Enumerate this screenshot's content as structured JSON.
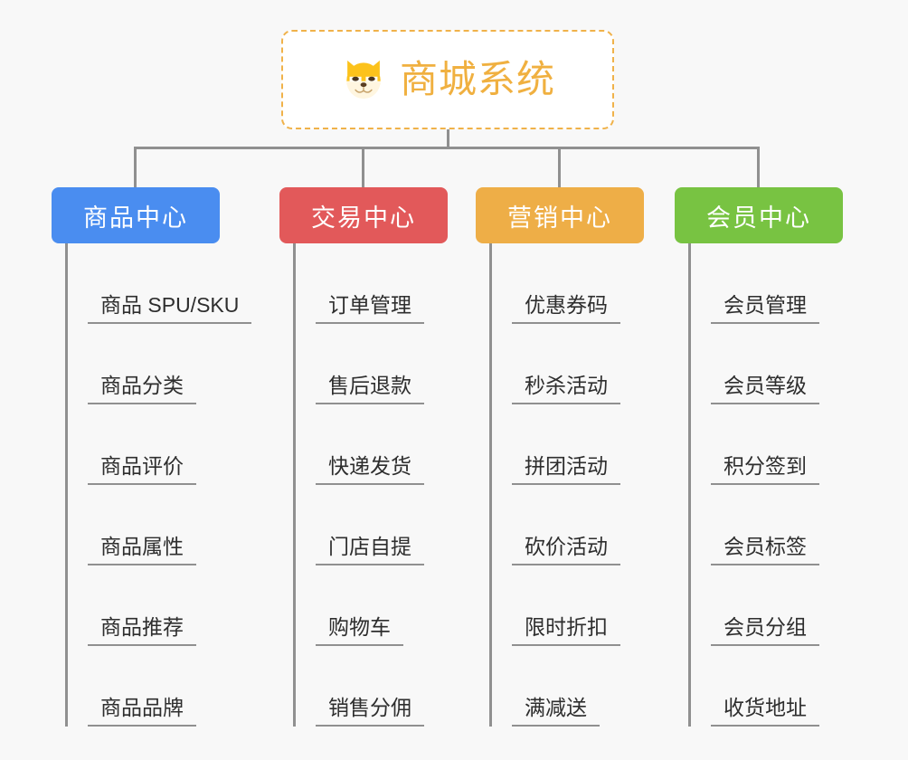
{
  "canvas": {
    "background": "#f8f8f8",
    "line_color": "#909090"
  },
  "root": {
    "title": "商城系统",
    "icon": "shiba-dog-icon",
    "text_color": "#f0b040",
    "border_color": "#f0b24a",
    "background": "#ffffff"
  },
  "branches": [
    {
      "label": "商品中心",
      "color": "#4a8df0",
      "items": [
        "商品 SPU/SKU",
        "商品分类",
        "商品评价",
        "商品属性",
        "商品推荐",
        "商品品牌"
      ]
    },
    {
      "label": "交易中心",
      "color": "#e2595a",
      "items": [
        "订单管理",
        "售后退款",
        "快递发货",
        "门店自提",
        "购物车",
        "销售分佣"
      ]
    },
    {
      "label": "营销中心",
      "color": "#eeae47",
      "items": [
        "优惠券码",
        "秒杀活动",
        "拼团活动",
        "砍价活动",
        "限时折扣",
        "满减送"
      ]
    },
    {
      "label": "会员中心",
      "color": "#78c342",
      "items": [
        "会员管理",
        "会员等级",
        "积分签到",
        "会员标签",
        "会员分组",
        "收货地址"
      ]
    }
  ]
}
